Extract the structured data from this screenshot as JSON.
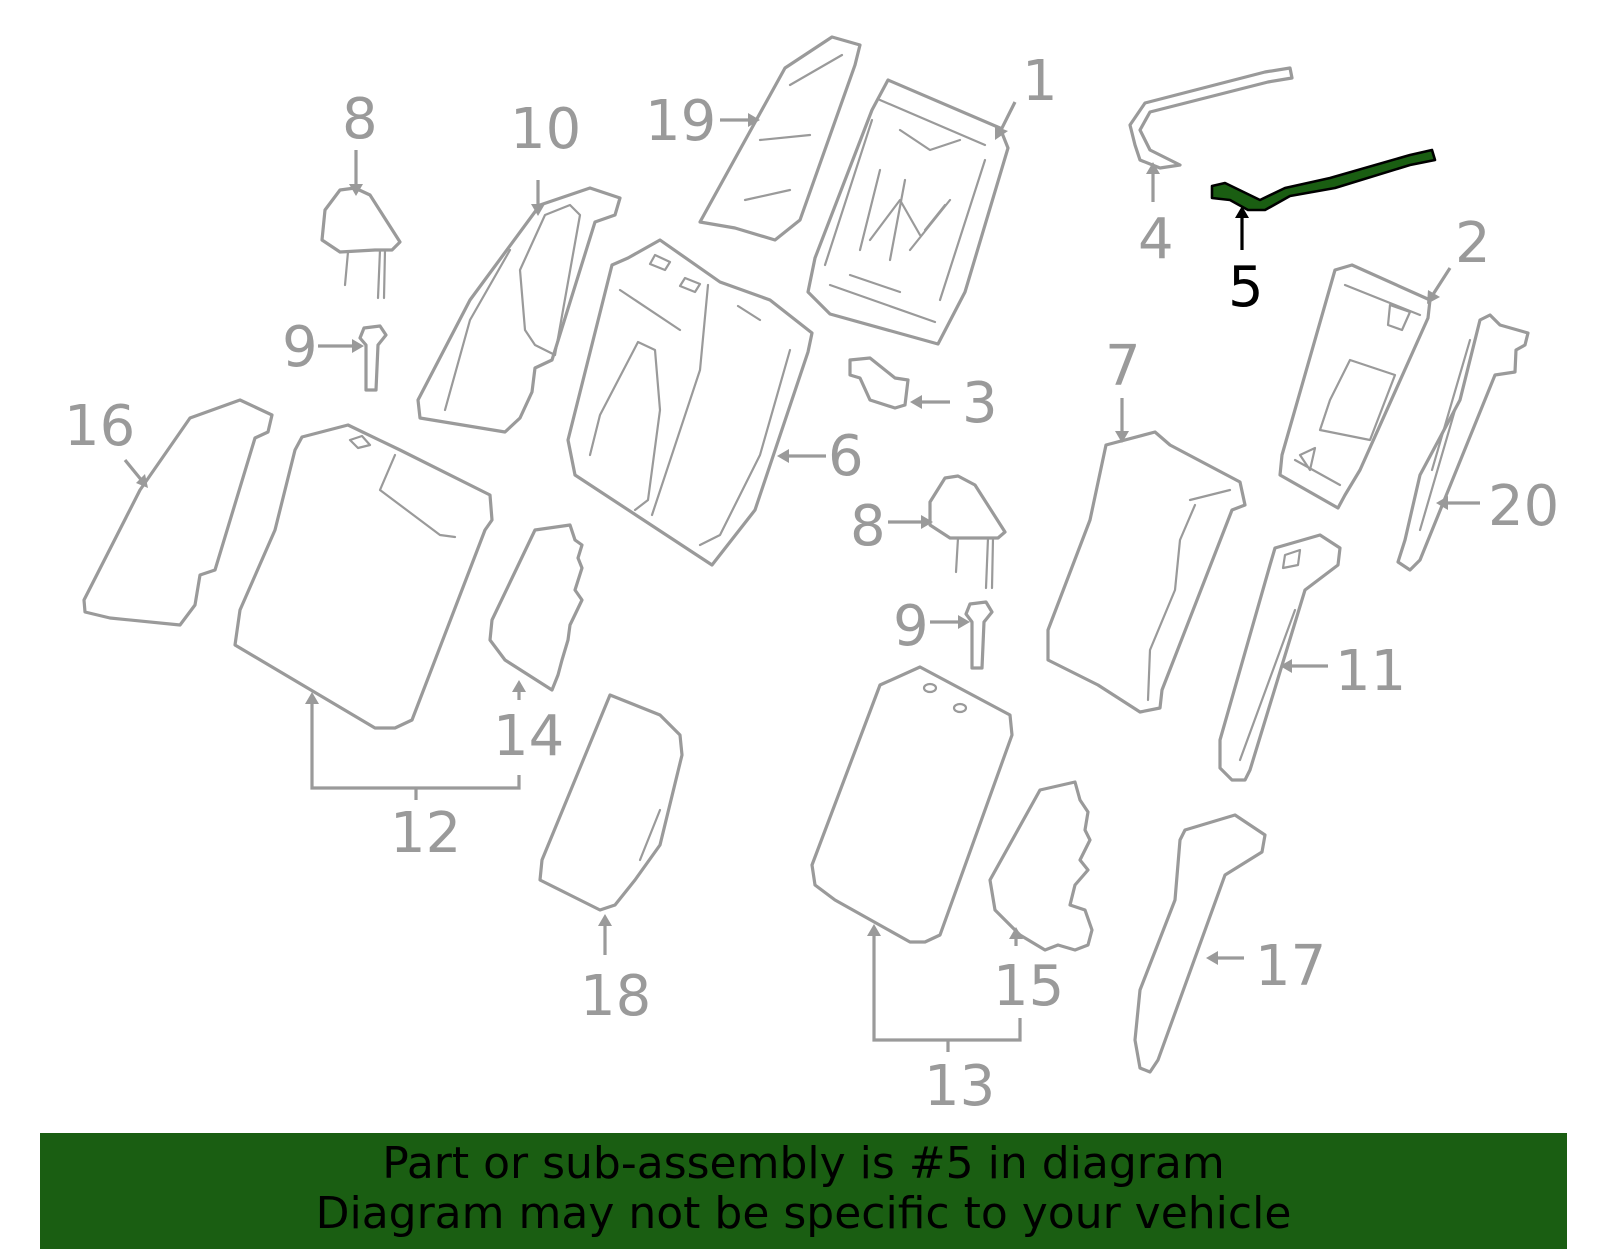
{
  "diagram": {
    "callouts": {
      "c1": "1",
      "c2": "2",
      "c3": "3",
      "c4": "4",
      "c5": "5",
      "c6": "6",
      "c7": "7",
      "c8a": "8",
      "c8b": "8",
      "c9a": "9",
      "c9b": "9",
      "c10": "10",
      "c11": "11",
      "c12": "12",
      "c13": "13",
      "c14": "14",
      "c15": "15",
      "c16": "16",
      "c17": "17",
      "c18": "18",
      "c19": "19",
      "c20": "20"
    },
    "highlighted_part": "5",
    "colors": {
      "parts": "#9a9a9a",
      "highlight": "#1a5e12",
      "highlight_label": "#000000"
    }
  },
  "banner": {
    "line1": "Part or sub-assembly is #5 in diagram",
    "line2": "Diagram may not be specific to your vehicle",
    "background": "#1a5e12"
  }
}
